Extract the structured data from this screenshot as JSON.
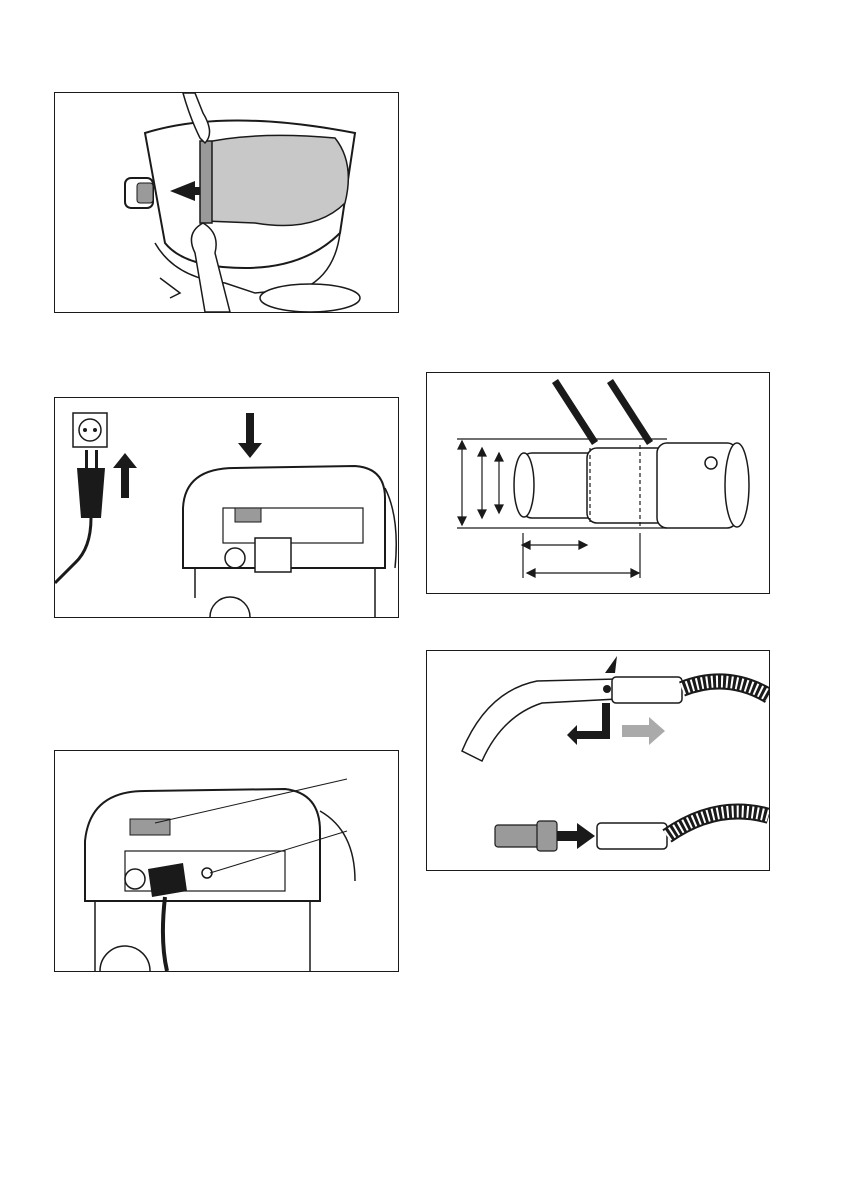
{
  "figures": [
    {
      "id": "fig-bag",
      "icons": [
        "vacuum-container",
        "filter-bag",
        "hands",
        "push-arrow"
      ]
    },
    {
      "id": "fig-unplug",
      "icons": [
        "socket-icon",
        "plug-icon",
        "up-arrow-icon",
        "vacuum-head",
        "down-arrow-icon"
      ]
    },
    {
      "id": "fig-plugin",
      "icons": [
        "vacuum-head",
        "power-tool-plug",
        "callout-lines"
      ]
    },
    {
      "id": "fig-adapter",
      "icons": [
        "adapter-sleeve",
        "saw-blade-icon",
        "dimension-arrows"
      ]
    },
    {
      "id": "fig-hose",
      "icons": [
        "hose-handle",
        "hose",
        "release-arrows",
        "adapter-nozzle"
      ]
    }
  ],
  "colors": {
    "line": "#1a1a1a",
    "fill_gray": "#9a9a9a",
    "light_gray": "#c8c8c8",
    "arrow_gray": "#aaaaaa"
  }
}
